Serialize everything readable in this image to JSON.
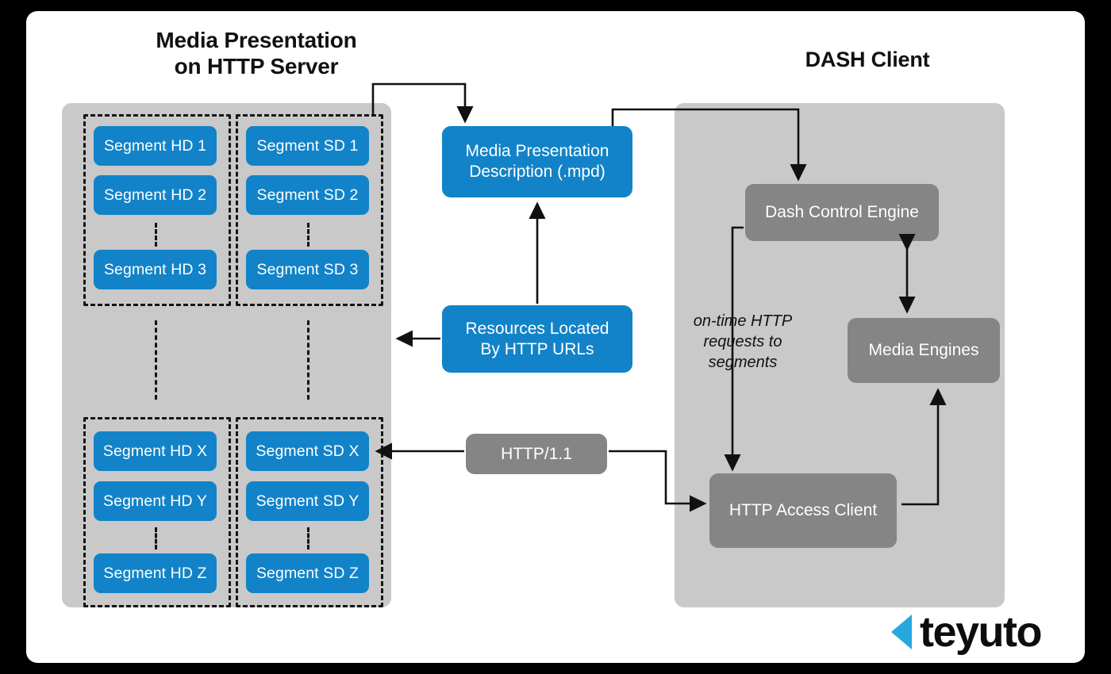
{
  "colors": {
    "frame": "#000000",
    "canvas": "#ffffff",
    "panel_gray": "#c9c9c9",
    "box_blue": "#1283c8",
    "box_gray": "#858585",
    "line": "#111111",
    "logo_accent": "#27a8dd",
    "text_dark": "#111111",
    "text_light": "#ffffff"
  },
  "titles": {
    "server": "Media Presentation\non HTTP Server",
    "server_line1": "Media Presentation",
    "server_line2": "on HTTP Server",
    "client": "DASH Client"
  },
  "server": {
    "groups": {
      "hd_top": [
        "Segment HD 1",
        "Segment HD 2",
        "Segment HD 3"
      ],
      "sd_top": [
        "Segment SD 1",
        "Segment SD 2",
        "Segment SD 3"
      ],
      "hd_bottom": [
        "Segment HD X",
        "Segment HD Y",
        "Segment HD Z"
      ],
      "sd_bottom": [
        "Segment SD X",
        "Segment SD Y",
        "Segment SD Z"
      ]
    }
  },
  "middle": {
    "mpd_line1": "Media Presentation",
    "mpd_line2": "Description (.mpd)",
    "resources_line1": "Resources Located",
    "resources_line2": "By HTTP URLs",
    "http_version": "HTTP/1.1"
  },
  "client": {
    "dash_control_engine": "Dash Control Engine",
    "media_engines": "Media Engines",
    "http_access_client": "HTTP Access Client",
    "annotation_line1": "on-time HTTP",
    "annotation_line2": "requests to",
    "annotation_line3": "segments"
  },
  "logo": {
    "text": "teyuto",
    "mark": "play-triangle-left-icon"
  }
}
